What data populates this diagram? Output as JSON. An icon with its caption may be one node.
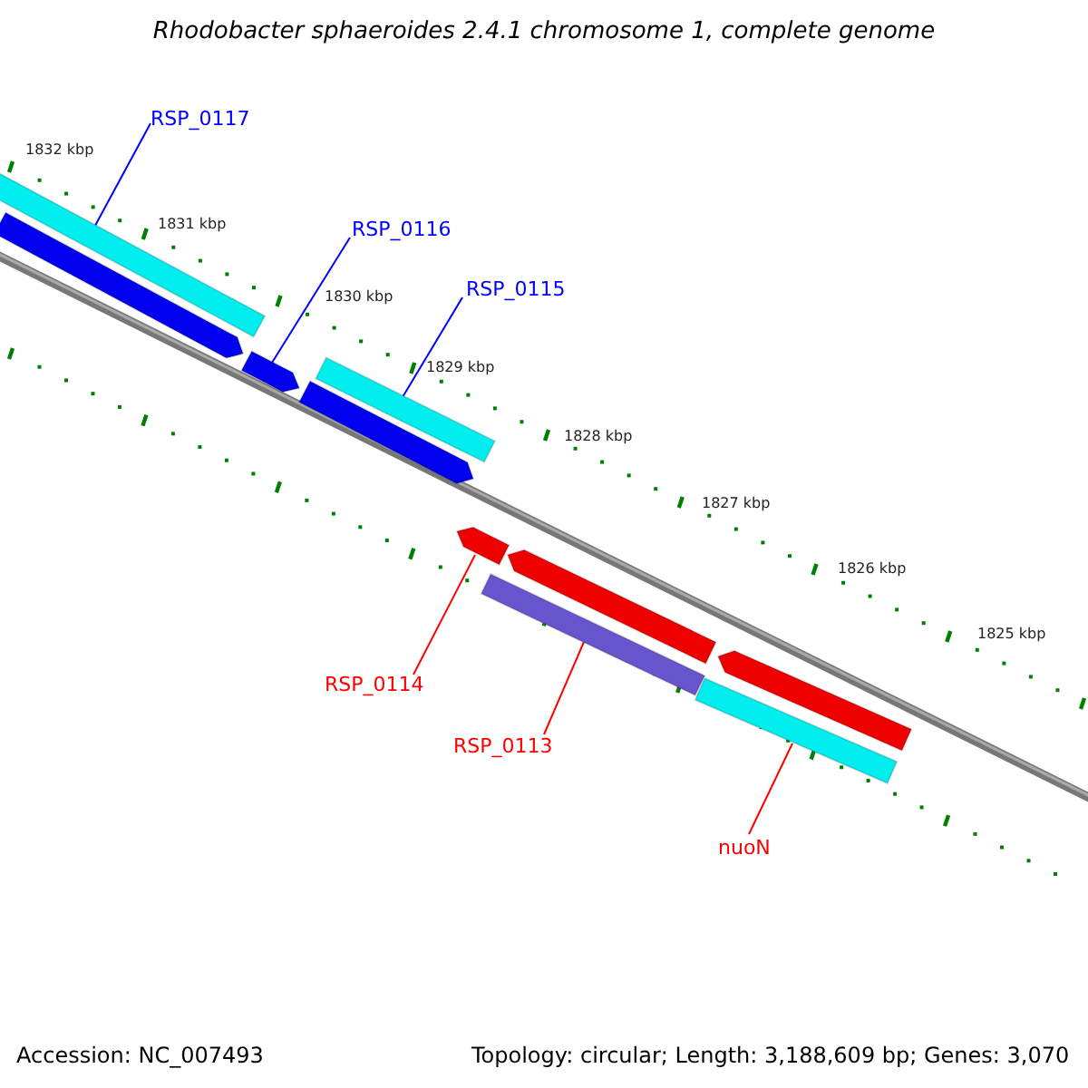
{
  "diagram": {
    "title": "Rhodobacter sphaeroides 2.4.1 chromosome 1, complete genome",
    "nodes": [
      {
        "text": [
          "RSP_0117"
        ]
      },
      {
        "text": [],
        "shape": "bar"
      },
      {
        "text": [
          "RSP_0116"
        ]
      },
      {
        "text": [],
        "shape": "arrow"
      },
      {
        "text": [
          "RSP_0115"
        ]
      },
      {
        "text": [],
        "shape": "bar"
      },
      {
        "text": [
          "RSP_0114"
        ]
      },
      {
        "text": [],
        "shape": "arrow"
      },
      {
        "text": [
          "RSP_0113"
        ]
      },
      {
        "text": [],
        "shape": "bar"
      },
      {
        "text": [
          "nuoN"
        ]
      },
      {
        "text": [],
        "shape": "bar"
      }
    ],
    "edges": [
      {
        "from": 0,
        "to": 1,
        "arrow": "none",
        "color": "#0000ff"
      },
      {
        "from": 2,
        "to": 3,
        "arrow": "none",
        "color": "#0000ff"
      },
      {
        "from": 4,
        "to": 5,
        "arrow": "none",
        "color": "#0000ff"
      },
      {
        "from": 6,
        "to": 7,
        "arrow": "none",
        "color": "#ff0000"
      },
      {
        "from": 8,
        "to": 9,
        "arrow": "none",
        "color": "#ff0000"
      },
      {
        "from": 10,
        "to": 11,
        "arrow": "none",
        "color": "#ff0000"
      }
    ],
    "labels": [
      "1832 kbp",
      "1831 kbp",
      "1830 kbp",
      "1829 kbp",
      "1828 kbp",
      "1827 kbp",
      "1826 kbp",
      "1825 kbp",
      "Accession: NC_007493",
      "Topology: circular; Length: 3,188,609 bp; Genes: 3,070"
    ]
  }
}
